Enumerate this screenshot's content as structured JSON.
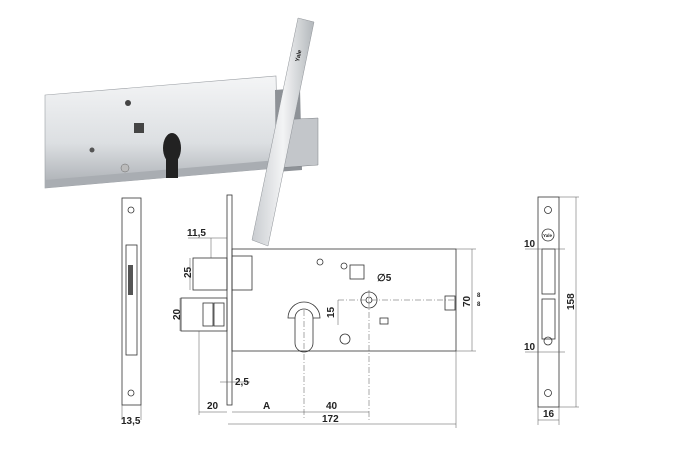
{
  "product_photo": {
    "logo": "Yale"
  },
  "front_view": {
    "width_label": "13,5"
  },
  "side_view": {
    "latch_offset": "11,5",
    "latch_height": "25",
    "bolt_height": "20",
    "spindle_diameter": "∅5",
    "spindle_offset": "15",
    "body_height": "70",
    "body_margin_top": "8",
    "body_margin_bottom": "8",
    "faceplate_thickness": "2,5",
    "bolt_throw": "20",
    "backset": "A",
    "center_distance": "40",
    "body_length": "172"
  },
  "strike_plate": {
    "logo": "Yale",
    "top_offset": "10",
    "bottom_offset": "10",
    "length": "158",
    "width": "16"
  },
  "colors": {
    "line": "#333333",
    "steel_light": "#e4e6e8",
    "steel_dark": "#9a9ea3"
  }
}
